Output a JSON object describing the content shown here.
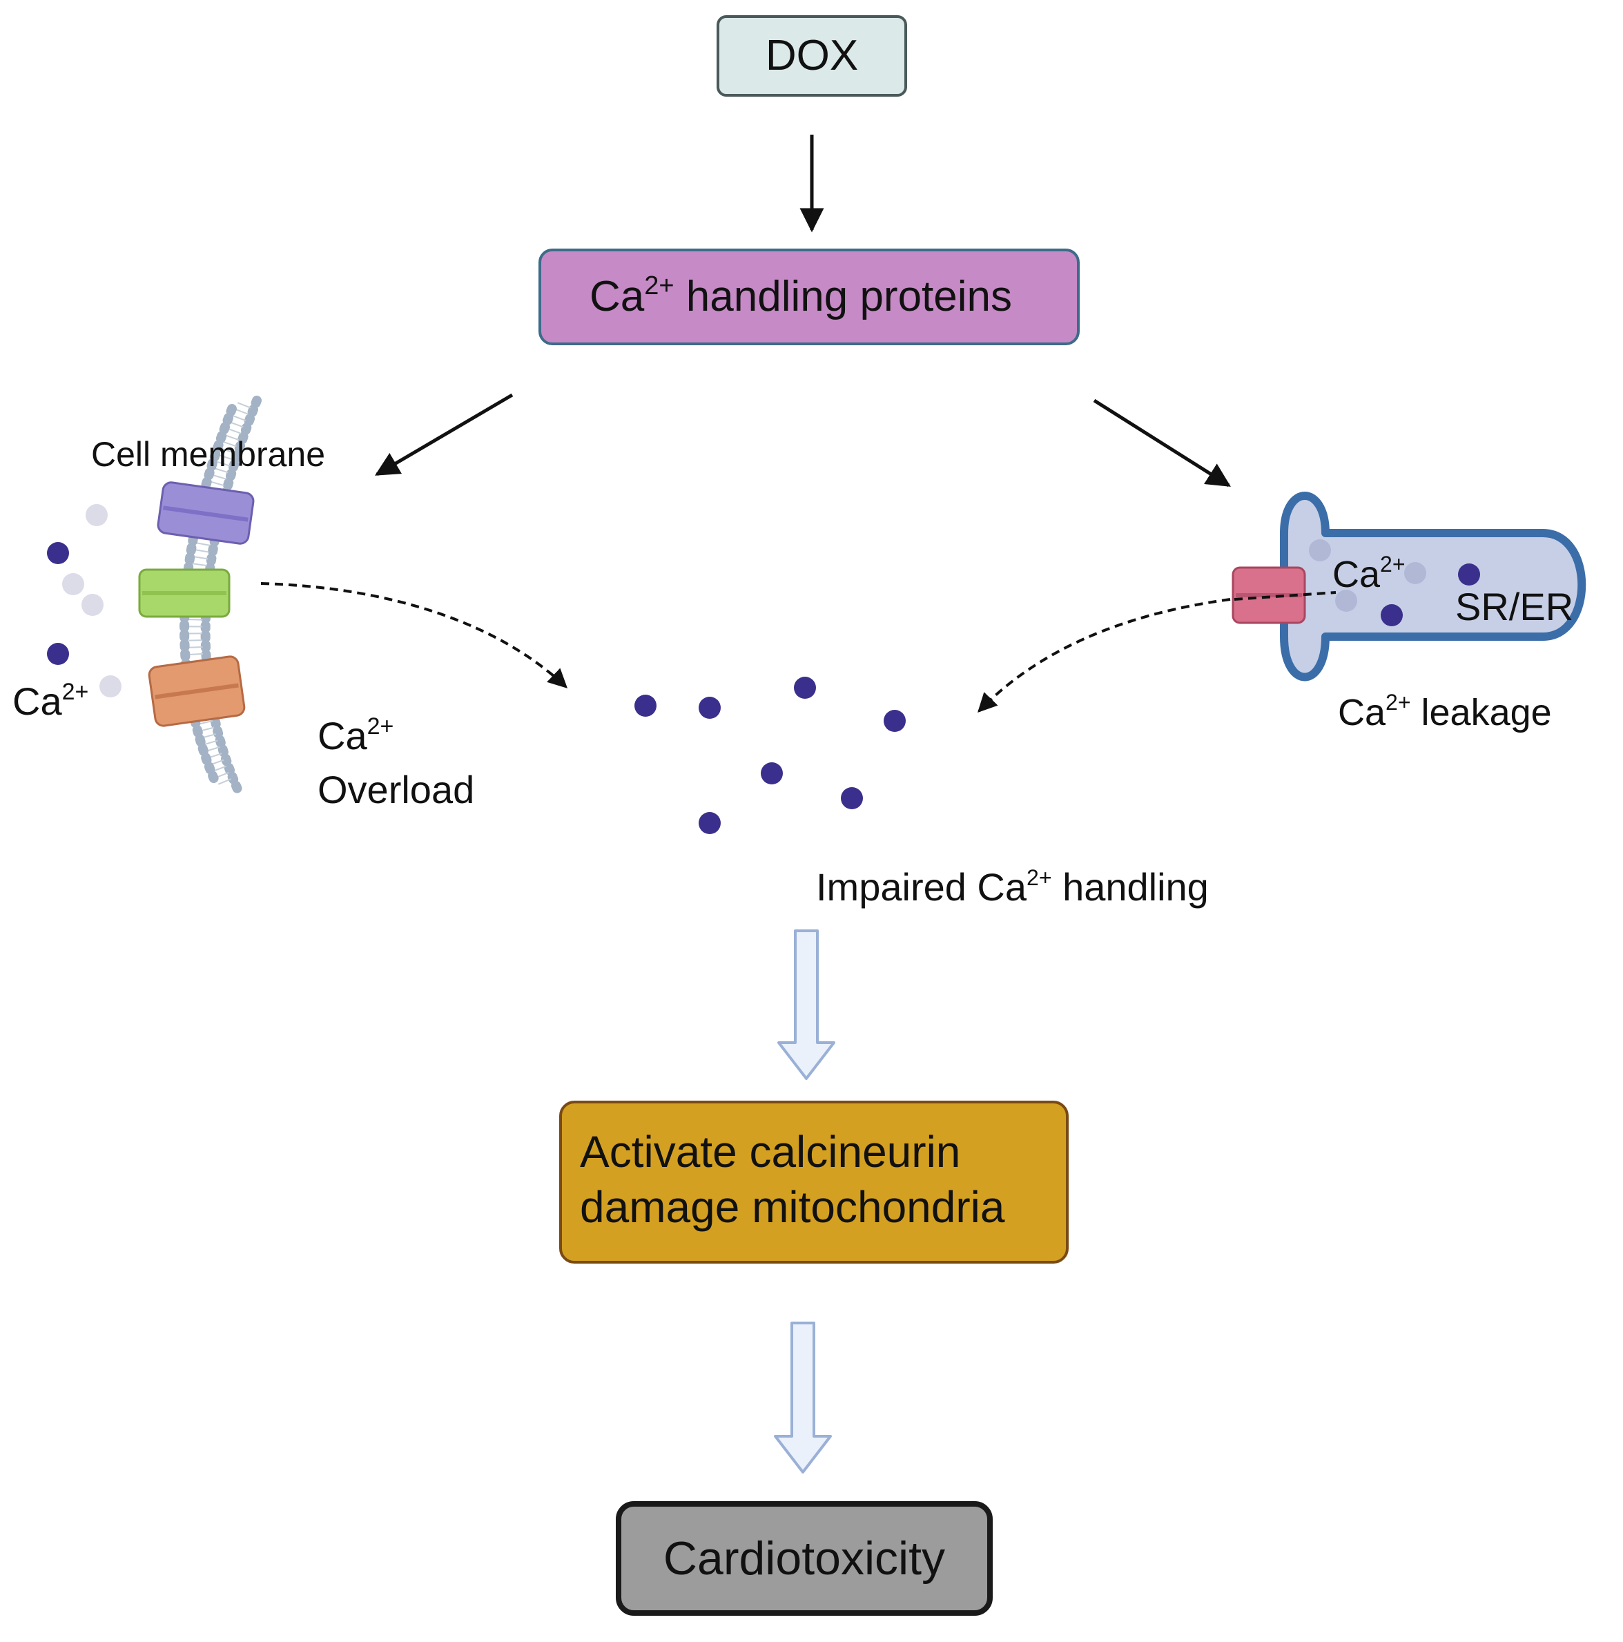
{
  "colors": {
    "dox_box_fill": "#dbe9e8",
    "dox_box_stroke": "#4a5a5a",
    "dox_text": "#c0392b",
    "proteins_box_fill": "#c68ac6",
    "proteins_box_stroke": "#3d6b8a",
    "activate_box_fill": "#d4a021",
    "activate_box_stroke": "#7a4a14",
    "cardio_box_fill": "#9c9c9c",
    "cardio_box_stroke": "#1a1a1a",
    "cardio_text": "#d0343a",
    "ca_ion": "#3a2f8c",
    "ca_ion_faded": "#dcdbe8",
    "sr_fill": "#c7cfe6",
    "sr_stroke": "#3b6ea8",
    "hollow_arrow_fill": "#eaf1fb",
    "hollow_arrow_stroke": "#9ab0d6",
    "membrane_head": "#a3b2c4",
    "channel_purple": "#9a8fd6",
    "channel_green": "#a8d86a",
    "channel_orange": "#e29a6e",
    "channel_pink": "#d9708c"
  },
  "boxes": {
    "dox": "DOX",
    "ca_handling_proteins": {
      "ca": "Ca",
      "charge": "2+",
      "rest": " handling proteins"
    },
    "activate": {
      "line1": "Activate calcineurin",
      "line2": "damage mitochondria"
    },
    "cardiotoxicity": "Cardiotoxicity"
  },
  "labels": {
    "cell_membrane": "Cell membrane",
    "ca_left": {
      "ca": "Ca",
      "charge": "2+"
    },
    "ca_overload": {
      "ca": "Ca",
      "charge": "2+",
      "line2": "Overload"
    },
    "sr_ca": {
      "ca": "Ca",
      "charge": "2+"
    },
    "sr_er": "SR/ER",
    "ca_leakage": {
      "ca": "Ca",
      "charge": "2+",
      "rest": " leakage"
    },
    "impaired": {
      "pre": "Impaired Ca",
      "charge": "2+",
      "rest": " handling"
    }
  },
  "icons": {
    "membrane": "lipid-bilayer-icon",
    "sr_er": "sarcoplasmic-reticulum-icon",
    "ion": "calcium-ion-icon"
  }
}
